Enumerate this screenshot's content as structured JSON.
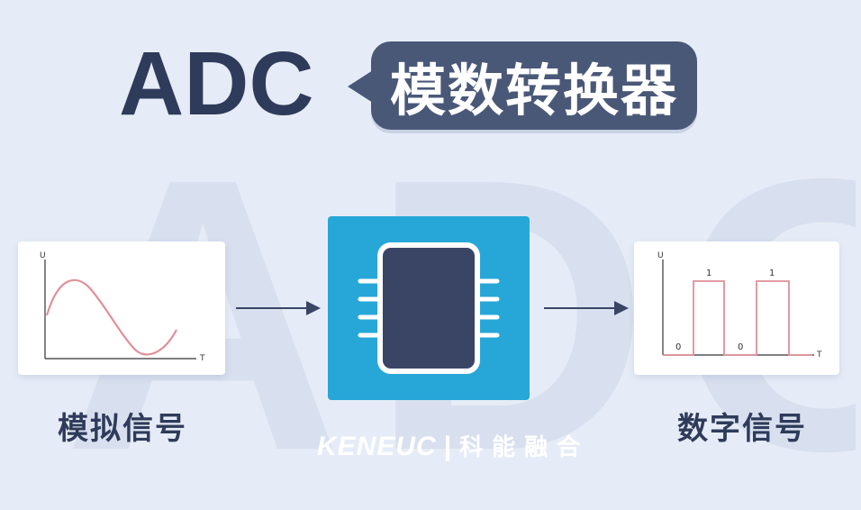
{
  "header": {
    "title": "ADC",
    "subtitle": "模数转换器"
  },
  "background_letters": "ADC",
  "analog_panel": {
    "caption": "模拟信号",
    "y_axis_label": "U",
    "x_axis_label": "T"
  },
  "digital_panel": {
    "caption": "数字信号",
    "y_axis_label": "U",
    "x_axis_label": "T",
    "pulse_labels": [
      "0",
      "1",
      "0",
      "1"
    ]
  },
  "watermark": {
    "brand": "KENEUC",
    "separator": "|",
    "name_cn": "科能融合"
  },
  "colors": {
    "background": "#e6ecf7",
    "title": "#2f3b5a",
    "bubble": "#4a5878",
    "chip_box": "#27a7d8",
    "chip": "#3a4566",
    "signal": "#e08f98"
  }
}
